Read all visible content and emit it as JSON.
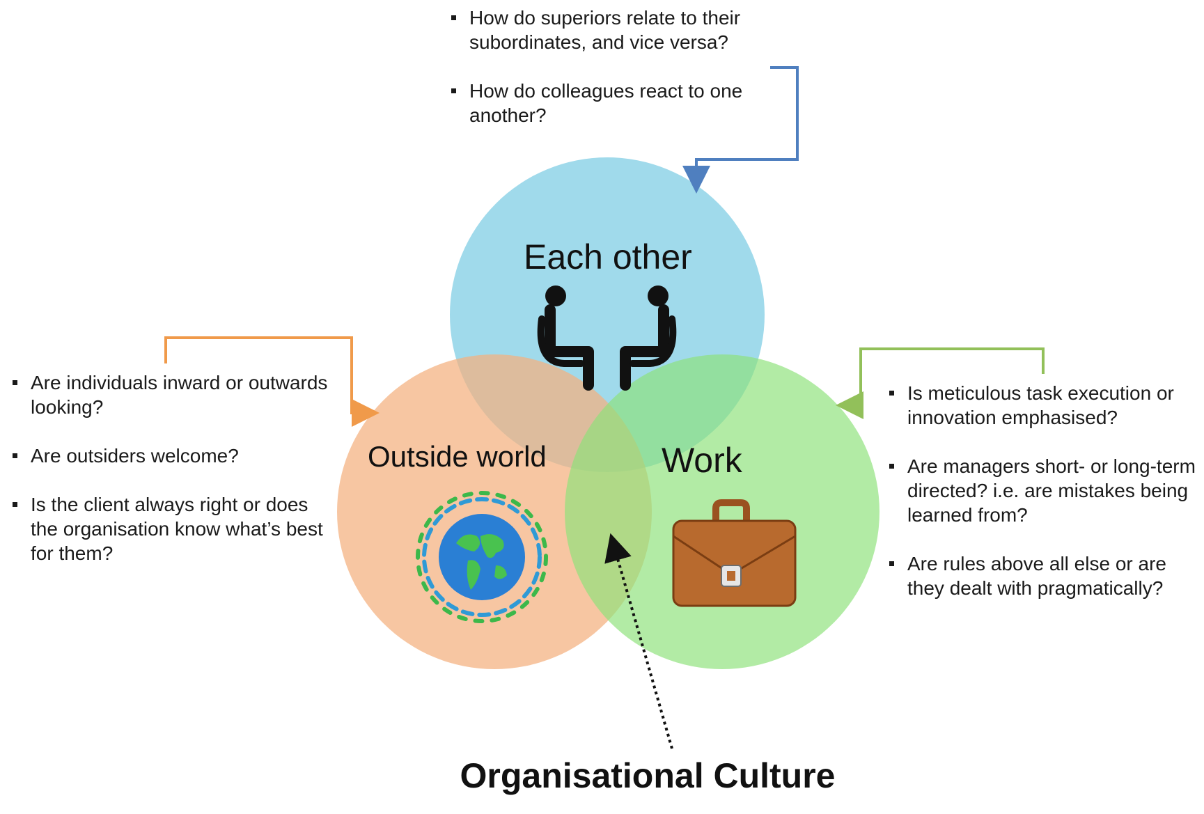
{
  "title": "Organisational Culture",
  "circles": {
    "each_other": {
      "label": "Each other",
      "color": "#8fd3e8",
      "icon": "two-people-seated-icon"
    },
    "outside_world": {
      "label": "Outside world",
      "color": "#f4b07e",
      "icon": "globe-people-icon"
    },
    "work": {
      "label": "Work",
      "color": "#8de27b",
      "icon": "briefcase-icon"
    }
  },
  "arrow_colors": {
    "blue": "#4f7fbf",
    "orange": "#f09a4a",
    "green": "#92c05a"
  },
  "questions": {
    "each_other": [
      "How do superiors relate to their subordinates, and vice versa?",
      "How do colleagues react to one another?"
    ],
    "outside_world": [
      "Are individuals inward or outwards looking?",
      "Are outsiders welcome?",
      "Is the client always right or does the organisation know what’s best for them?"
    ],
    "work": [
      "Is meticulous task execution or innovation emphasised?",
      "Are managers short- or long-term directed? i.e. are mistakes being learned from?",
      "Are rules above all else or are they dealt with pragmatically?"
    ]
  }
}
